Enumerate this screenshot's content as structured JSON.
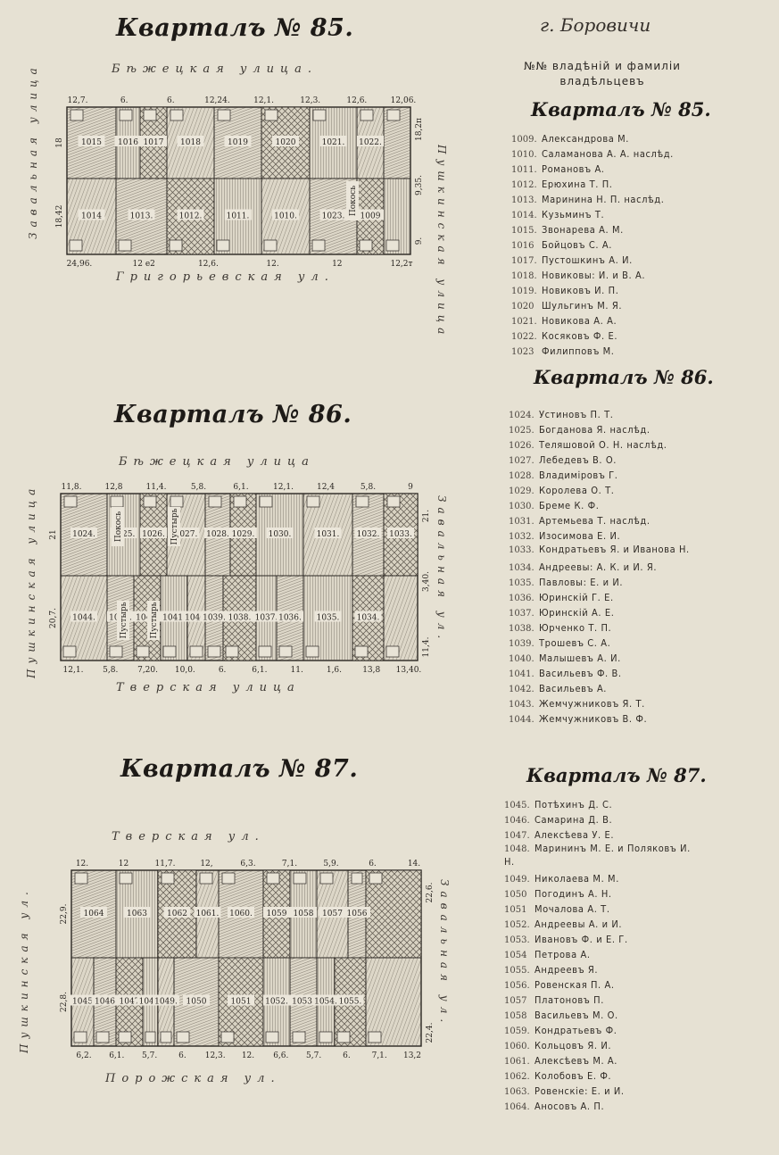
{
  "city": "г. Боровичи",
  "owners_header": "№№ владѣній и фамиліи владѣльцевъ",
  "q85": {
    "title": "Кварталъ № 85.",
    "list_title": "Кварталъ № 85.",
    "street_top": "Бѣжецкая улица.",
    "street_bottom": "Григорьевская ул.",
    "street_left": "Завальная улица",
    "street_right": "Пушкинская улица",
    "dims_top": [
      "12,7.",
      "6.",
      "6.",
      "12,24.",
      "12,1.",
      "12,3.",
      "12,6.",
      "12,06."
    ],
    "dims_bottom": [
      "24,96.",
      "12 е2",
      "12,6.",
      "12.",
      "12",
      "12,2т"
    ],
    "dims_left": [
      "18",
      "18,42"
    ],
    "dims_right": [
      "18,2п",
      "9,35.",
      "9."
    ],
    "lots_top": [
      "1015",
      "1016",
      "1017",
      "1018",
      "1019",
      "1020",
      "1021.",
      "1022."
    ],
    "lots_bottom": [
      "1014",
      "1013.",
      "1012.",
      "1011.",
      "1010.",
      "1023.",
      "1009"
    ],
    "vacant": "Покось",
    "owners": [
      {
        "n": "1009.",
        "name": "Александрова М."
      },
      {
        "n": "1010.",
        "name": "Саламанова А. А. наслѣд."
      },
      {
        "n": "1011.",
        "name": "Романовъ А."
      },
      {
        "n": "1012.",
        "name": "Ерюхина Т. П."
      },
      {
        "n": "1013.",
        "name": "Маринина Н. П. наслѣд."
      },
      {
        "n": "1014.",
        "name": "Кузьминъ Т."
      },
      {
        "n": "1015.",
        "name": "Звонарева А. М."
      },
      {
        "n": "1016",
        "name": "Бойцовъ С. А."
      },
      {
        "n": "1017.",
        "name": "Пустошкинъ А. И."
      },
      {
        "n": "1018.",
        "name": "Новиковы: И. и В. А."
      },
      {
        "n": "1019.",
        "name": "Новиковъ И. П."
      },
      {
        "n": "1020",
        "name": "Шульгинъ М. Я."
      },
      {
        "n": "1021.",
        "name": "Новикова А. А."
      },
      {
        "n": "1022.",
        "name": "Косяковъ Ф. Е."
      },
      {
        "n": "1023",
        "name": "Филипповъ М."
      }
    ]
  },
  "q86": {
    "title": "Кварталъ № 86.",
    "list_title": "Кварталъ № 86.",
    "street_top": "Бѣжецкая улица",
    "street_bottom": "Тверская улица",
    "street_left": "Пушкинская улица",
    "street_right": "Завальная ул.",
    "dims_top": [
      "11,8.",
      "12,8",
      "11,4.",
      "5,8.",
      "6,1.",
      "12,1.",
      "12,4",
      "5,8.",
      "9"
    ],
    "dims_bottom": [
      "12,1.",
      "5,8.",
      "7,20.",
      "10,0.",
      "6.",
      "6,1.",
      "11.",
      "1,6.",
      "13,8",
      "13,40."
    ],
    "dims_left": [
      "21",
      "20,7."
    ],
    "dims_right": [
      "21.",
      "3,40.",
      "11,4."
    ],
    "lots_top": [
      "1024.",
      "1025.",
      "1026.",
      "1027.",
      "1028.",
      "1029.",
      "1030.",
      "1031.",
      "1032.",
      "1033."
    ],
    "lots_bottom": [
      "1044.",
      "1043.",
      "1042.",
      "1041.",
      "1040.",
      "1039.",
      "1038.",
      "1037.",
      "1036.",
      "1035.",
      "1034."
    ],
    "vacant": [
      "Покось",
      "Пустырь",
      "Пустырь",
      "Пустырь"
    ],
    "owners": [
      {
        "n": "1024.",
        "name": "Устиновъ П. Т."
      },
      {
        "n": "1025.",
        "name": "Богданова Я. наслѣд."
      },
      {
        "n": "1026.",
        "name": "Теляшовой О. Н. наслѣд."
      },
      {
        "n": "1027.",
        "name": "Лебедевъ В. О."
      },
      {
        "n": "1028.",
        "name": "Владиміровъ Г."
      },
      {
        "n": "1029.",
        "name": "Королева О. Т."
      },
      {
        "n": "1030.",
        "name": "Бреме К. Ф."
      },
      {
        "n": "1031.",
        "name": "Артемьева Т. наслѣд."
      },
      {
        "n": "1032.",
        "name": "Изосимова Е. И."
      },
      {
        "n": "1033.",
        "name": "Кондратьевъ Я. и Иванова Н."
      },
      {
        "n": "1034.",
        "name": "Андреевы: А. К. и И. Я."
      },
      {
        "n": "1035.",
        "name": "Павловы: Е. и И."
      },
      {
        "n": "1036.",
        "name": "Юринскій Г. Е."
      },
      {
        "n": "1037.",
        "name": "Юринскій А. Е."
      },
      {
        "n": "1038.",
        "name": "Юрченко Т. П."
      },
      {
        "n": "1039.",
        "name": "Трошевъ С. А."
      },
      {
        "n": "1040.",
        "name": "Малышевъ А. И."
      },
      {
        "n": "1041.",
        "name": "Васильевъ Ф. В."
      },
      {
        "n": "1042.",
        "name": "Васильевъ А."
      },
      {
        "n": "1043.",
        "name": "Жемчужниковъ Я. Т."
      },
      {
        "n": "1044.",
        "name": "Жемчужниковъ В. Ф."
      }
    ]
  },
  "q87": {
    "title": "Кварталъ № 87.",
    "list_title": "Кварталъ № 87.",
    "street_top": "Тверская ул.",
    "street_bottom": "Порожская ул.",
    "street_left": "Пушкинская ул.",
    "street_right": "Завальная ул.",
    "dims_top": [
      "12.",
      "12",
      "11,7.",
      "12,",
      "6,3.",
      "7,1.",
      "5,9.",
      "6.",
      "14."
    ],
    "dims_bottom": [
      "6,2.",
      "6,1.",
      "5,7.",
      "6.",
      "12,3.",
      "12.",
      "6,6.",
      "5,7.",
      "6.",
      "7,1.",
      "13,2"
    ],
    "dims_left": [
      "22,9.",
      "22,8."
    ],
    "dims_right": [
      "22,6.",
      "22,4."
    ],
    "lots_top": [
      "1064",
      "1063",
      "1062",
      "1061.",
      "1060.",
      "1059",
      "1058",
      "1057",
      "1056"
    ],
    "lots_bottom": [
      "1045",
      "1046",
      "1047",
      "1048.",
      "1049.",
      "1050",
      "1051",
      "1052.",
      "1053.",
      "1054.",
      "1055."
    ],
    "owners": [
      {
        "n": "1045.",
        "name": "Потѣхинъ Д. С."
      },
      {
        "n": "1046.",
        "name": "Самарина Д. В."
      },
      {
        "n": "1047.",
        "name": "Алексѣева У. Е."
      },
      {
        "n": "1048.",
        "name": "Марининъ М. Е. и Поляковъ И. Н."
      },
      {
        "n": "1049.",
        "name": "Николаева М. М."
      },
      {
        "n": "1050",
        "name": "Погодинъ А. Н."
      },
      {
        "n": "1051",
        "name": "Мочалова А. Т."
      },
      {
        "n": "1052.",
        "name": "Андреевы А. и И."
      },
      {
        "n": "1053.",
        "name": "Ивановъ Ф. и Е. Г."
      },
      {
        "n": "1054",
        "name": "Петрова А."
      },
      {
        "n": "1055.",
        "name": "Андреевъ Я."
      },
      {
        "n": "1056.",
        "name": "Ровенская П. А."
      },
      {
        "n": "1057",
        "name": "Платоновъ П."
      },
      {
        "n": "1058",
        "name": "Васильевъ М. О."
      },
      {
        "n": "1059.",
        "name": "Кондратьевъ Ф."
      },
      {
        "n": "1060.",
        "name": "Кольцовъ Я. И."
      },
      {
        "n": "1061.",
        "name": "Алексѣевъ М. А."
      },
      {
        "n": "1062.",
        "name": "Колобовъ Е. Ф."
      },
      {
        "n": "1063.",
        "name": "Ровенскіе: Е. и И."
      },
      {
        "n": "1064.",
        "name": "Аносовъ А. П."
      }
    ]
  }
}
